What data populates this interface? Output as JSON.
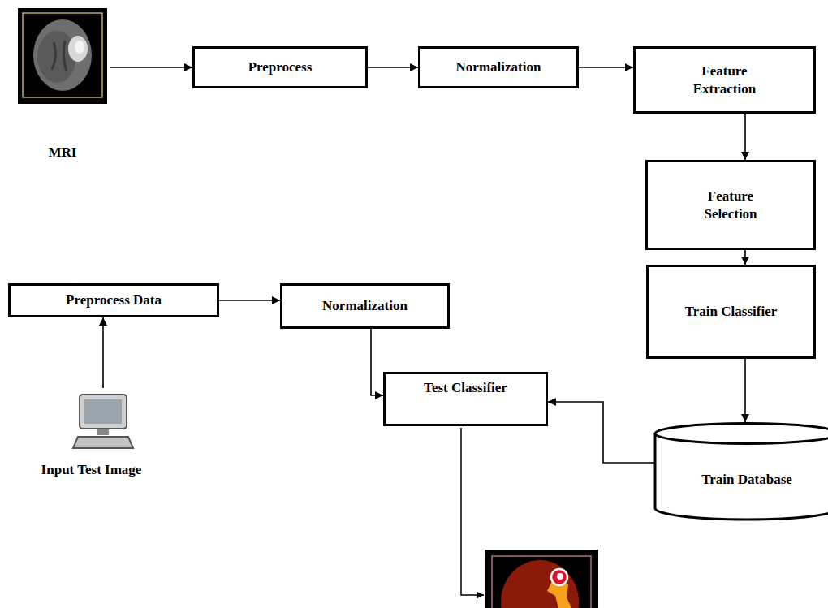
{
  "diagram": {
    "nodes": [
      {
        "text": [
          "MRI"
        ]
      },
      {
        "text": [
          "Preprocess"
        ]
      },
      {
        "text": [
          "Normalization"
        ]
      },
      {
        "text": [
          "Feature Extraction"
        ]
      },
      {
        "text": [
          "Feature Selection"
        ]
      },
      {
        "text": [
          "Train Classifier"
        ]
      },
      {
        "text": [
          "Preprocess Data"
        ]
      },
      {
        "text": [
          "Normalization"
        ]
      },
      {
        "text": [
          "Input Test Image"
        ]
      },
      {
        "text": [
          "Test Classifier"
        ]
      },
      {
        "text": [
          "Train Database"
        ]
      }
    ],
    "edges": [
      {
        "from": 0,
        "to": 1,
        "arrow": "to"
      },
      {
        "from": 1,
        "to": 2,
        "arrow": "to"
      },
      {
        "from": 2,
        "to": 3,
        "arrow": "to"
      },
      {
        "from": 3,
        "to": 4,
        "arrow": "to"
      },
      {
        "from": 4,
        "to": 5,
        "arrow": "to"
      },
      {
        "from": 5,
        "to": 10,
        "arrow": "to"
      },
      {
        "from": 8,
        "to": 6,
        "arrow": "to"
      },
      {
        "from": 6,
        "to": 7,
        "arrow": "to"
      },
      {
        "from": 7,
        "to": 9,
        "arrow": "to"
      },
      {
        "from": 10,
        "to": 9,
        "arrow": "to"
      }
    ]
  }
}
